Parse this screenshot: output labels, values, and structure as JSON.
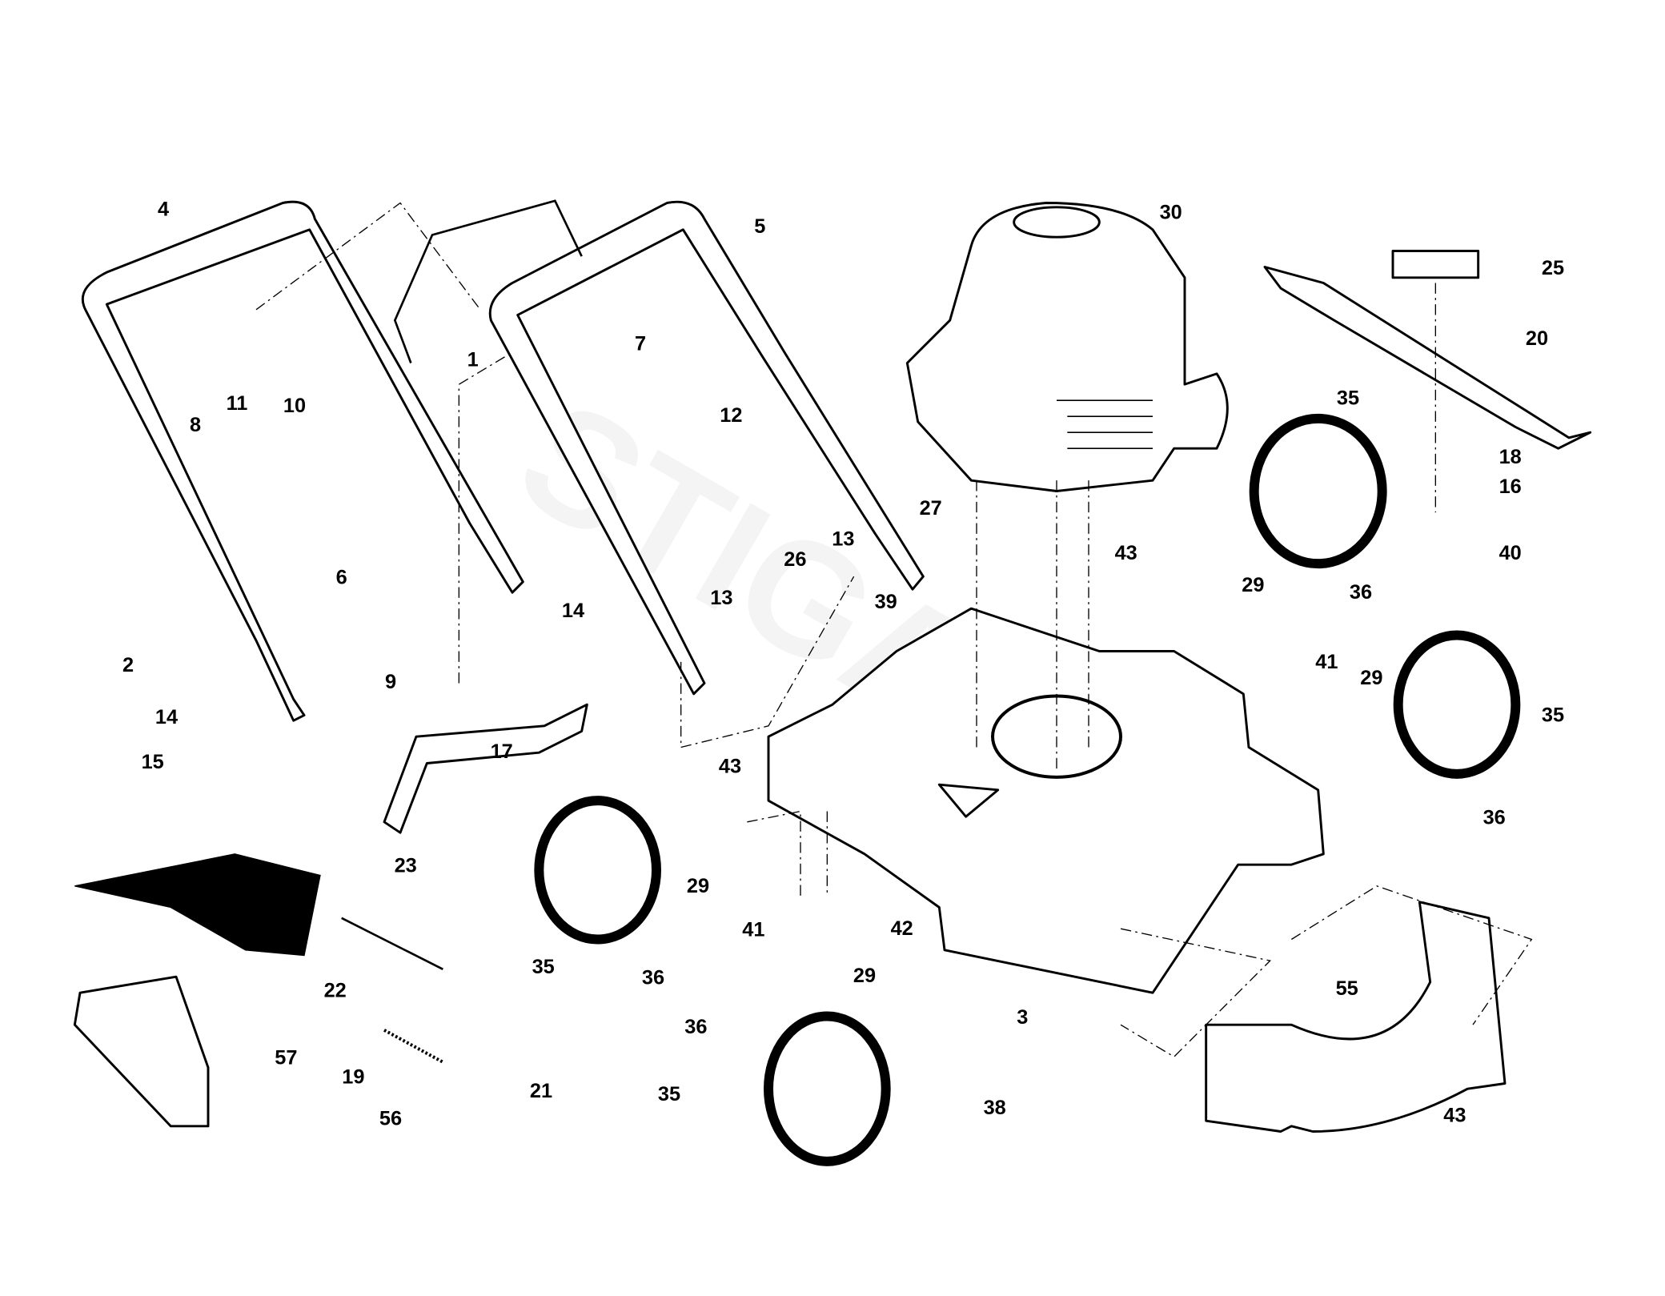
{
  "diagram": {
    "watermark": "STIGA GARDEN",
    "labels": [
      "4",
      "1",
      "5",
      "7",
      "12",
      "11",
      "8",
      "10",
      "6",
      "2",
      "14",
      "14",
      "13",
      "13",
      "26",
      "27",
      "39",
      "30",
      "25",
      "20",
      "35",
      "18",
      "16",
      "40",
      "43",
      "29",
      "36",
      "41",
      "29",
      "35",
      "36",
      "9",
      "17",
      "23",
      "15",
      "43",
      "29",
      "35",
      "36",
      "41",
      "42",
      "22",
      "19",
      "21",
      "57",
      "56",
      "29",
      "3",
      "36",
      "35",
      "38",
      "55",
      "43"
    ]
  }
}
